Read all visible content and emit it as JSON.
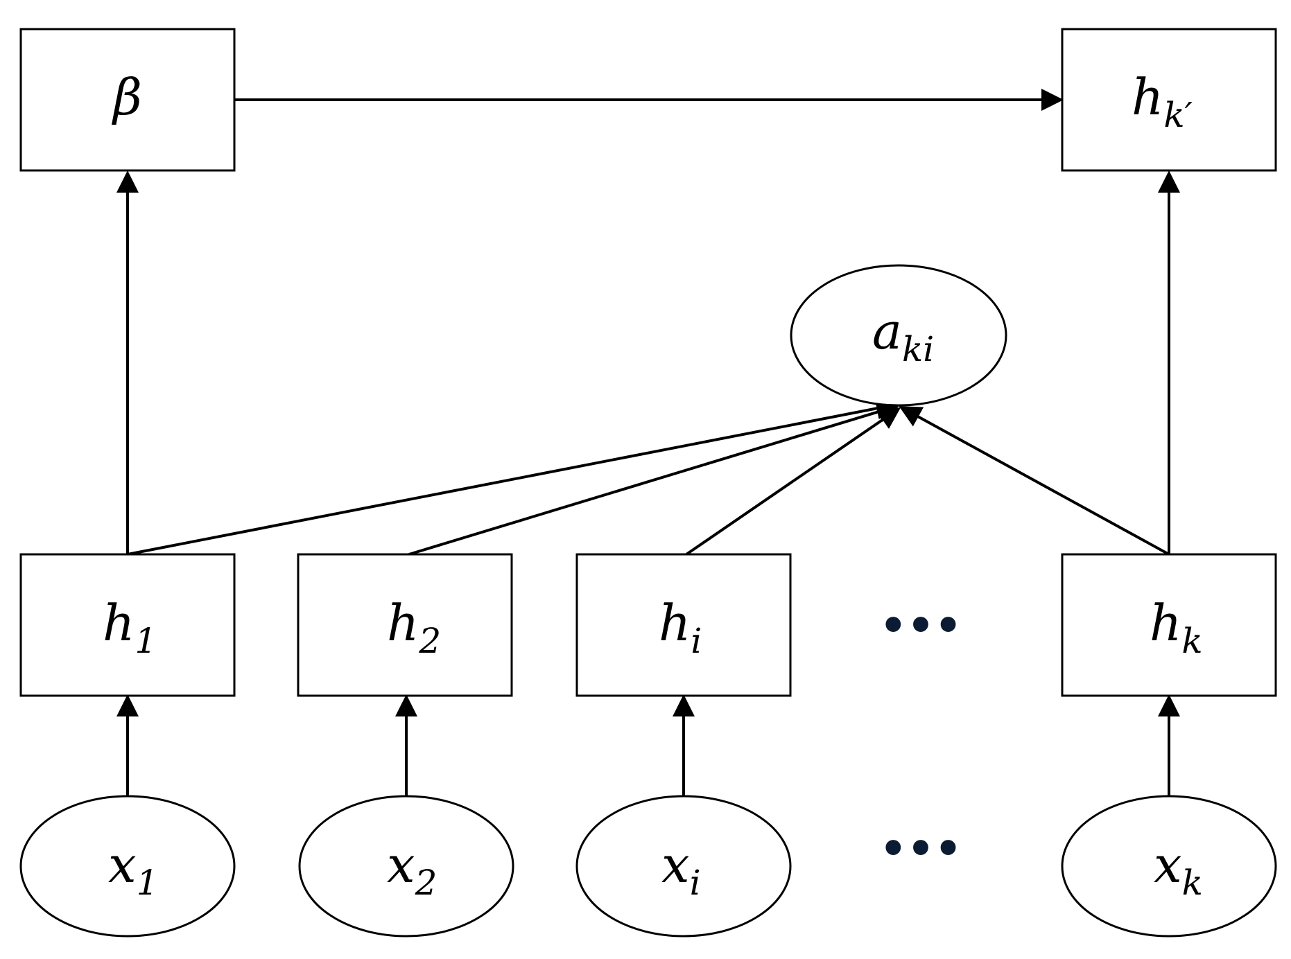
{
  "nodes": {
    "beta": {
      "base": "β",
      "sub": ""
    },
    "h_kp": {
      "base": "h",
      "sub": "k′"
    },
    "a_ki": {
      "base": "a",
      "sub": "ki"
    },
    "h_1": {
      "base": "h",
      "sub": "1"
    },
    "h_2": {
      "base": "h",
      "sub": "2"
    },
    "h_i": {
      "base": "h",
      "sub": "i"
    },
    "h_k": {
      "base": "h",
      "sub": "k"
    },
    "x_1": {
      "base": "x",
      "sub": "1"
    },
    "x_2": {
      "base": "x",
      "sub": "2"
    },
    "x_i": {
      "base": "x",
      "sub": "i"
    },
    "x_k": {
      "base": "x",
      "sub": "k"
    }
  },
  "ellipsis": {
    "hidden_row": "•••",
    "input_row": "•••"
  },
  "edges": [
    {
      "from": "beta",
      "to": "h_kp"
    },
    {
      "from": "h_1",
      "to": "beta"
    },
    {
      "from": "h_k",
      "to": "h_kp"
    },
    {
      "from": "h_1",
      "to": "a_ki"
    },
    {
      "from": "h_2",
      "to": "a_ki"
    },
    {
      "from": "h_i",
      "to": "a_ki"
    },
    {
      "from": "h_k",
      "to": "a_ki"
    },
    {
      "from": "x_1",
      "to": "h_1"
    },
    {
      "from": "x_2",
      "to": "h_2"
    },
    {
      "from": "x_i",
      "to": "h_i"
    },
    {
      "from": "x_k",
      "to": "h_k"
    }
  ]
}
